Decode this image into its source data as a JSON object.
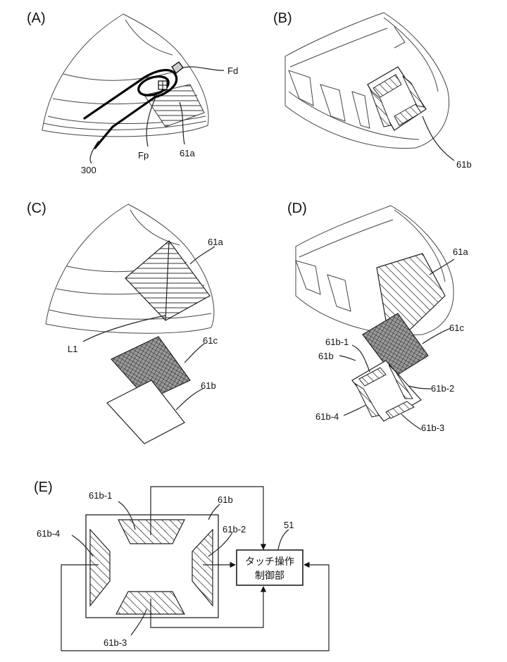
{
  "panels": {
    "A": {
      "label": "(A)",
      "callouts": {
        "finger": "300",
        "pressing_point": "Fp",
        "detected_point": "Fd",
        "touch_panel_front": "61a"
      }
    },
    "B": {
      "label": "(B)",
      "callouts": {
        "touch_panel_back": "61b"
      }
    },
    "C": {
      "label": "(C)",
      "callouts": {
        "front_panel": "61a",
        "line": "L1",
        "middle_panel": "61c",
        "back_panel": "61b"
      }
    },
    "D": {
      "label": "(D)",
      "callouts": {
        "front_panel": "61a",
        "middle_panel": "61c",
        "back_panel": "61b",
        "region_1": "61b-1",
        "region_2": "61b-2",
        "region_3": "61b-3",
        "region_4": "61b-4"
      }
    },
    "E": {
      "label": "(E)",
      "callouts": {
        "region_1": "61b-1",
        "panel": "61b",
        "region_2": "61b-2",
        "region_3": "61b-3",
        "region_4": "61b-4",
        "controller_ref": "51"
      },
      "controller": {
        "line1": "タッチ操作",
        "line2": "制御部"
      }
    }
  },
  "colors": {
    "line": "#222222",
    "background": "#ffffff"
  }
}
